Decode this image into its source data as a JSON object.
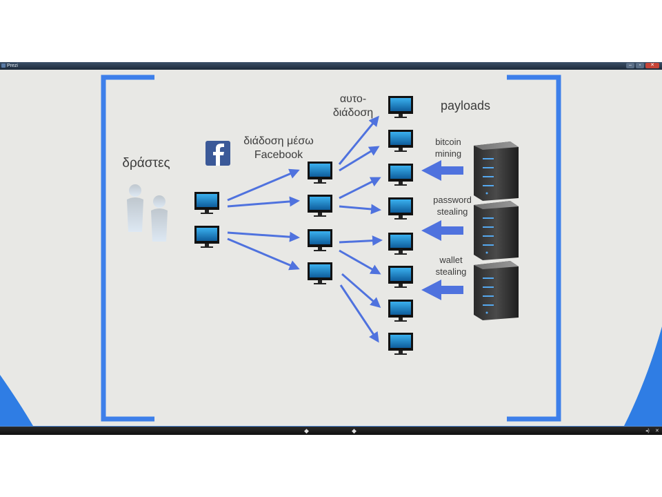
{
  "window": {
    "title": "Prezi"
  },
  "labels": {
    "actors": "δράστες",
    "spread_facebook_line1": "διάδοση μέσω",
    "spread_facebook_line2": "Facebook",
    "self_spread_line1": "αυτο-",
    "self_spread_line2": "διάδοση",
    "payloads": "payloads",
    "bitcoin_line1": "bitcoin",
    "bitcoin_line2": "mining",
    "password_line1": "password",
    "password_line2": "stealing",
    "wallet_line1": "wallet",
    "wallet_line2": "stealing"
  },
  "icons": {
    "facebook": "facebook-icon",
    "actors": "people-icon",
    "computer": "monitor-icon",
    "server": "server-icon"
  },
  "colors": {
    "bracket": "#3d7fea",
    "arrow": "#4f72de",
    "monitor_screen": "#1c86c9",
    "facebook": "#3b5998",
    "corner_accent": "#2f7de4",
    "background": "#e8e8e5"
  },
  "bottombar": {
    "prev": "◆",
    "next": "◆"
  }
}
